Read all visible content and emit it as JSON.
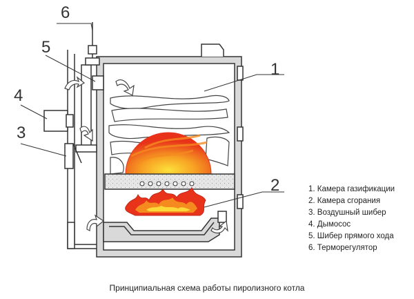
{
  "diagram": {
    "callouts": [
      "1",
      "2",
      "3",
      "4",
      "5",
      "6"
    ],
    "legend": [
      "1. Камера газификации",
      "2. Камера сгорания",
      "3. Воздушный шибер",
      "4. Дымосос",
      "5. Шибер прямого хода",
      "6. Терморегулятор"
    ],
    "caption": "Принципиальная схема работы пиролизного котла",
    "colors": {
      "line": "#333333",
      "wall_fill": "#d9d9d9",
      "grate_fill": "#e6e6e6",
      "flame_outer": "#e8331a",
      "flame_mid": "#f58a1f",
      "flame_inner": "#fcd839",
      "wood_fill": "#ffffff"
    }
  }
}
